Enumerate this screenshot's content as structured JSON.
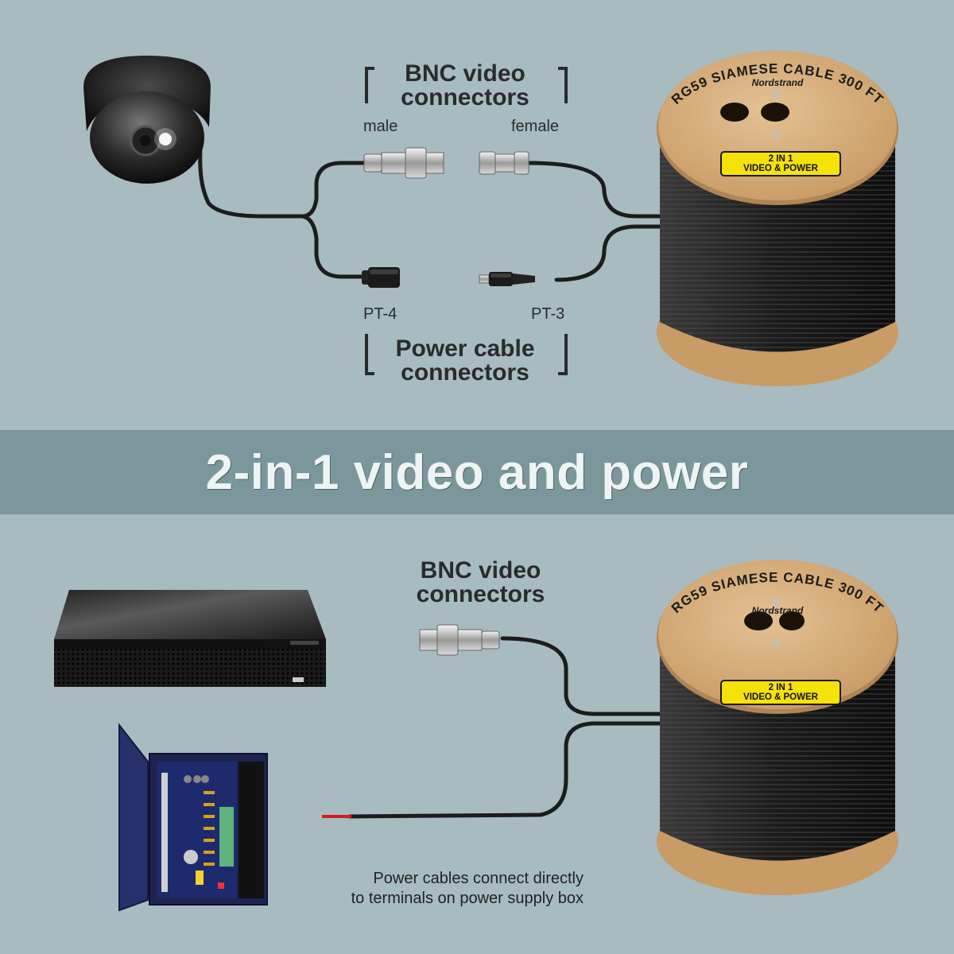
{
  "top_section": {
    "bnc_heading_line1": "BNC video",
    "bnc_heading_line2": "connectors",
    "male_label": "male",
    "female_label": "female",
    "pt4_label": "PT-4",
    "pt3_label": "PT-3",
    "power_heading_line1": "Power cable",
    "power_heading_line2": "connectors"
  },
  "spool": {
    "arc_text": "RG59 SIAMESE CABLE 300 FT",
    "brand": "Nordstrand",
    "badge_line1": "2 IN 1",
    "badge_line2": "VIDEO & POWER"
  },
  "banner": {
    "title": "2-in-1 video and power"
  },
  "bottom_section": {
    "bnc_heading_line1": "BNC video",
    "bnc_heading_line2": "connectors",
    "caption_line1": "Power cables connect directly",
    "caption_line2": "to terminals on power supply box"
  },
  "colors": {
    "background": "#a7bbc1",
    "banner": "#7b979c",
    "banner_text": "#eef3f4",
    "spool_wood": "#d9b27f",
    "badge_yellow": "#f5e20a",
    "cable": "#1c1c1c",
    "power_box": "#27306b"
  },
  "icons": {
    "camera": "dome-camera-icon",
    "dvr": "dvr-recorder-icon",
    "power_box": "power-supply-box-icon",
    "spool": "cable-spool-icon",
    "bnc_male": "bnc-male-connector-icon",
    "bnc_female": "bnc-female-connector-icon",
    "dc_female": "dc-female-connector-icon",
    "dc_male": "dc-male-connector-icon"
  }
}
